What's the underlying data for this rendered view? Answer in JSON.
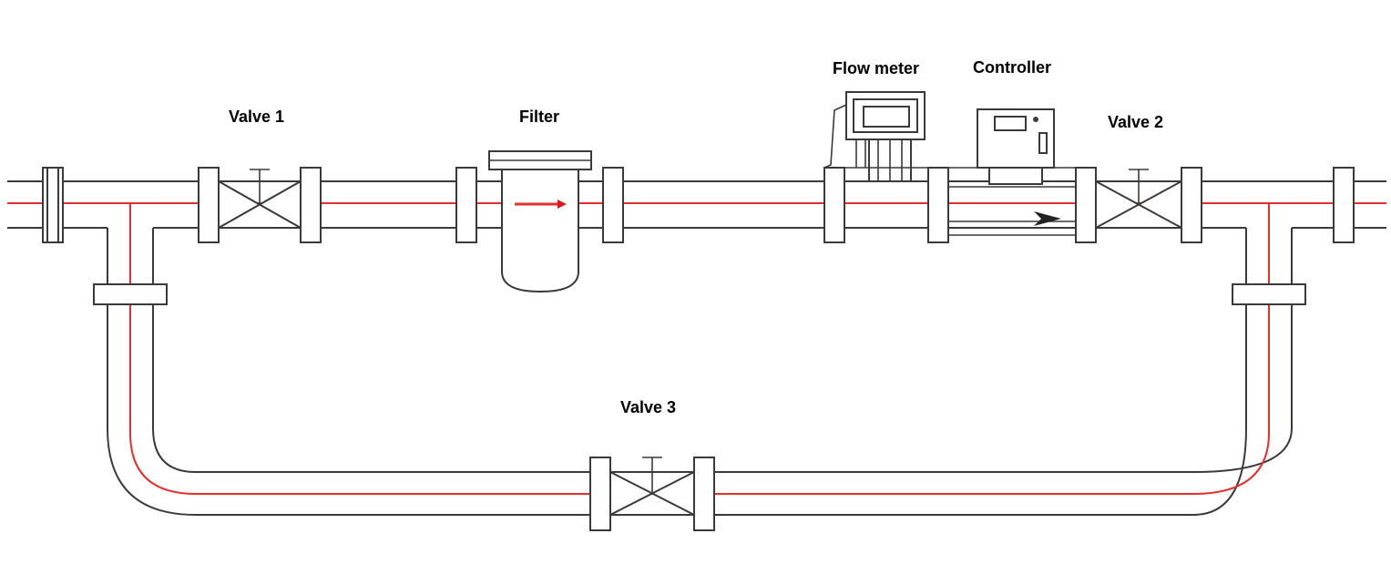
{
  "labels": {
    "valve1": "Valve 1",
    "filter": "Filter",
    "flow_meter": "Flow meter",
    "controller": "Controller",
    "valve2": "Valve 2",
    "valve3": "Valve 3"
  },
  "colors": {
    "pipe": "#3a3a3a",
    "flow_line": "#e03030",
    "background": "#ffffff"
  }
}
